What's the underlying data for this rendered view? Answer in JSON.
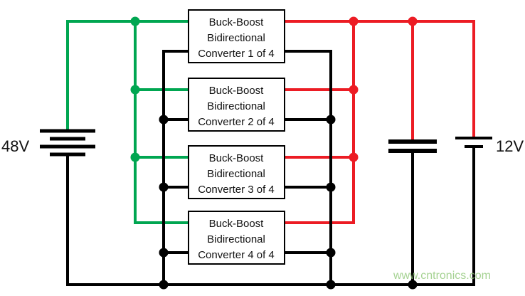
{
  "diagram": {
    "type": "circuit-schematic",
    "description": "48V to 12V bidirectional buck-boost converter bank with four parallel converters, input battery, output capacitor and output battery",
    "left_battery_label": "48V",
    "right_battery_label": "12V",
    "watermark": "www.cntronics.com",
    "converters": [
      {
        "line1": "Buck-Boost",
        "line2": "Bidirectional",
        "line3": "Converter 1 of 4"
      },
      {
        "line1": "Buck-Boost",
        "line2": "Bidirectional",
        "line3": "Converter 2 of 4"
      },
      {
        "line1": "Buck-Boost",
        "line2": "Bidirectional",
        "line3": "Converter 3 of 4"
      },
      {
        "line1": "Buck-Boost",
        "line2": "Bidirectional",
        "line3": "Converter 4 of 4"
      }
    ],
    "colors": {
      "green": "#00A651",
      "red": "#EC1C24",
      "black": "#000000",
      "watermark": "#8FC878"
    }
  }
}
